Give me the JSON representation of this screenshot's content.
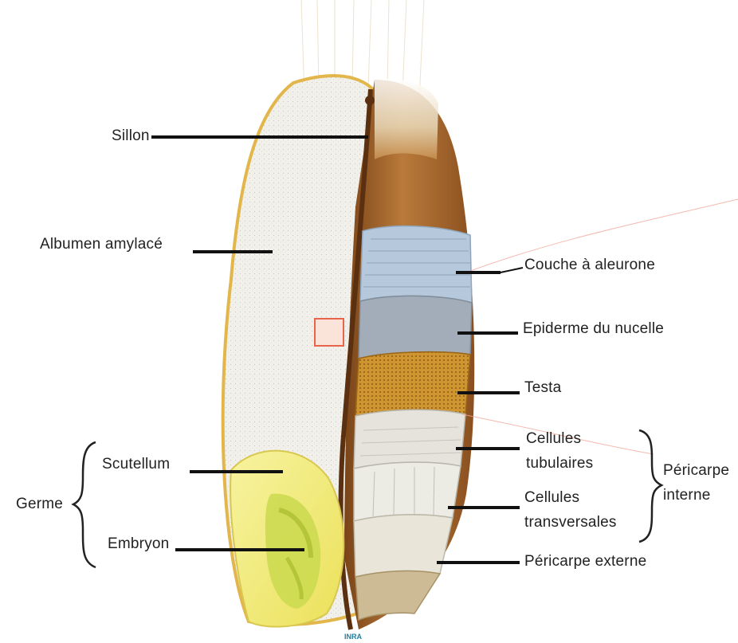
{
  "labels": {
    "sillon": "Sillon",
    "albumen": "Albumen amylacé",
    "aleurone": "Couche à aleurone",
    "epiderme": "Epiderme du nucelle",
    "testa": "Testa",
    "cellules_tubulaires": [
      "Cellules",
      "tubulaires"
    ],
    "cellules_transversales": [
      "Cellules",
      "transversales"
    ],
    "pericarpe_interne": [
      "Péricarpe",
      "interne"
    ],
    "pericarpe_externe": "Péricarpe externe",
    "scutellum": "Scutellum",
    "embryon": "Embryon",
    "germe": "Germe"
  },
  "credit": "INRA",
  "colors": {
    "endosperm": "#efeee8",
    "outline": "#e2b64a",
    "bran": "#a8652a",
    "aleurone": "#a9c1d6",
    "nucellus": "#9ba6b2",
    "testa": "#d49a30",
    "germ": "#f3ee7a",
    "embryo": "#c5d84a",
    "leader": "#111111",
    "accent": "#e8553a"
  }
}
